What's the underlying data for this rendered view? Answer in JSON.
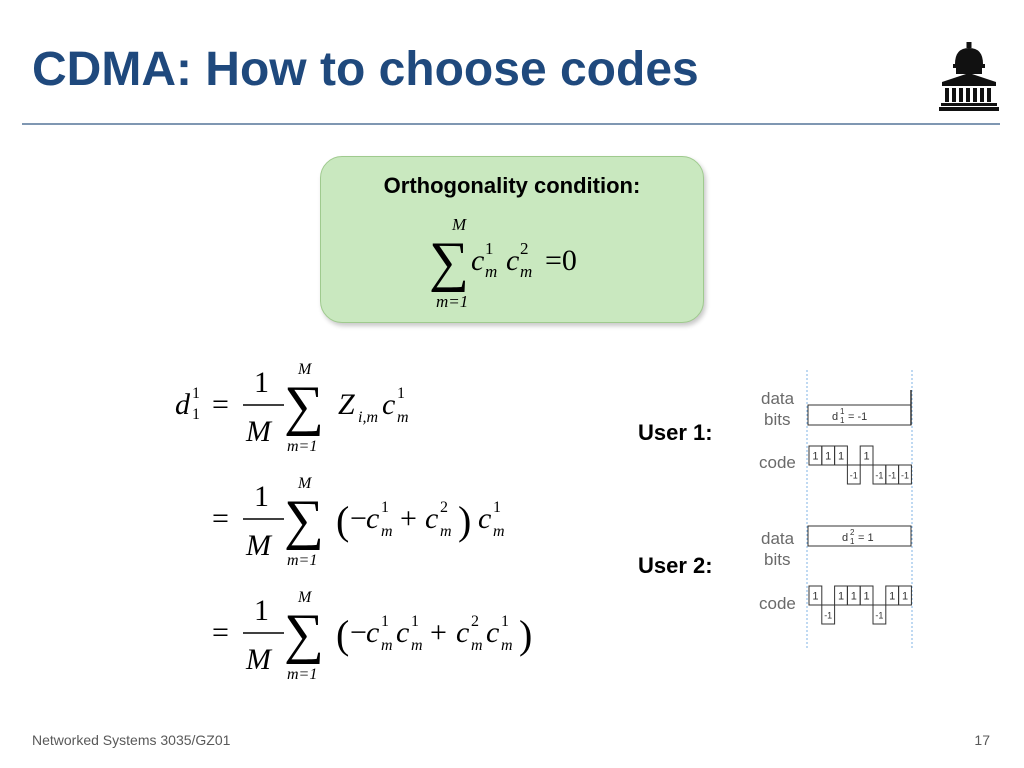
{
  "slide": {
    "title": "CDMA: How to choose codes",
    "footer_left": "Networked Systems 3035/GZ01",
    "page_number": "17"
  },
  "box": {
    "title": "Orthogonality condition:",
    "formula": {
      "sum_upper": "M",
      "sum_lower": "m=1",
      "c": "c",
      "sup1": "1",
      "sup2": "2",
      "sub": "m",
      "rhs": "=0"
    }
  },
  "derivation": {
    "lhs_var": "d",
    "lhs_sup": "1",
    "lhs_sub": "1",
    "eq": "=",
    "frac_num": "1",
    "frac_den": "M",
    "sum_upper": "M",
    "sum_lower": "m=1",
    "Z": "Z",
    "Z_sub": "i,m",
    "c": "c",
    "sup1": "1",
    "sup2": "2",
    "sub": "m",
    "minus": "−",
    "plus": "+",
    "lparen": "(",
    "rparen": ")"
  },
  "users": [
    {
      "label": "User 1:"
    },
    {
      "label": "User 2:"
    }
  ],
  "waveform": {
    "data_label_1": "data",
    "data_label_2": "bits",
    "code_label": "code",
    "user1": {
      "data_bit_var": "d",
      "data_bit_sup": "1",
      "data_bit_sub": "1",
      "data_bit_value": "= -1",
      "code": [
        1,
        1,
        1,
        -1,
        1,
        -1,
        -1,
        -1
      ]
    },
    "user2": {
      "data_bit_var": "d",
      "data_bit_sup": "2",
      "data_bit_sub": "1",
      "data_bit_value": "= 1",
      "code": [
        1,
        -1,
        1,
        1,
        1,
        -1,
        1,
        1
      ]
    }
  }
}
